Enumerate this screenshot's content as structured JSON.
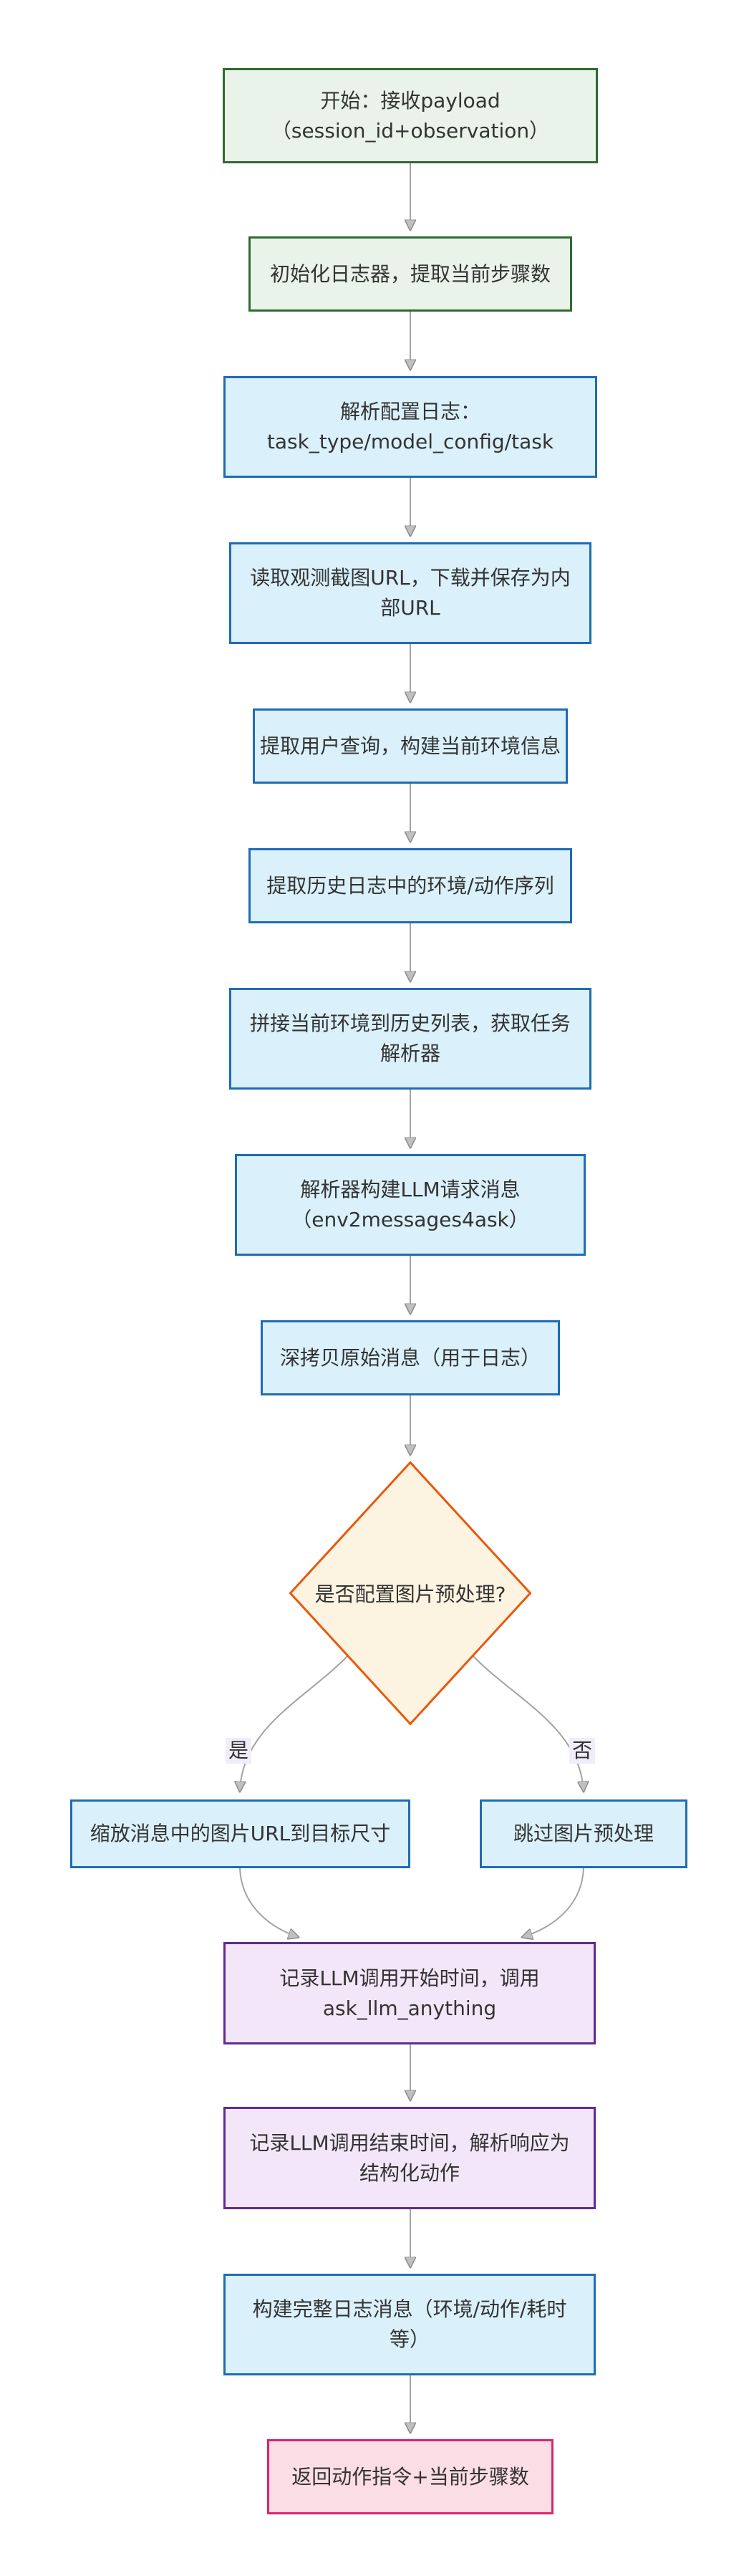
{
  "diagram_type": "flowchart",
  "colors": {
    "canvas_bg": "#ffffff",
    "text_color": "#333333",
    "green_fill": "#e9f3e9",
    "green_stroke": "#2e6b30",
    "blue_fill": "#daf0fb",
    "blue_stroke": "#1e6cb5",
    "orange_fill": "#fdf3e1",
    "orange_stroke": "#e8590c",
    "purple_fill": "#f3e6f8",
    "purple_stroke": "#5f2b90",
    "pink_fill": "#fbdde6",
    "pink_stroke": "#d6276d",
    "label_bg": "#f1ecfa",
    "edge_color": "#a3a3a3",
    "arrow_fill": "#c0c0c0",
    "arrow_stroke": "#8f8f8f"
  },
  "nodes": {
    "start": {
      "text": "开始：接收payload\n（session_id+observation）"
    },
    "init_logger": {
      "text": "初始化日志器，提取当前步骤数"
    },
    "parse_config": {
      "text": "解析配置日志：\ntask_type/model_config/task"
    },
    "read_screenshot": {
      "text": "读取观测截图URL，下载并保存为内\n部URL"
    },
    "extract_query": {
      "text": "提取用户查询，构建当前环境信息"
    },
    "extract_history": {
      "text": "提取历史日志中的环境/动作序列"
    },
    "concat_env": {
      "text": "拼接当前环境到历史列表，获取任务\n解析器"
    },
    "build_messages": {
      "text": "解析器构建LLM请求消息\n（env2messages4ask）"
    },
    "deepcopy": {
      "text": "深拷贝原始消息（用于日志）"
    },
    "decision": {
      "text": "是否配置图片预处理?"
    },
    "resize_images": {
      "text": "缩放消息中的图片URL到目标尺寸"
    },
    "skip_preprocess": {
      "text": "跳过图片预处理"
    },
    "llm_call_start": {
      "text": "记录LLM调用开始时间，调用\nask_llm_anything"
    },
    "llm_call_end": {
      "text": "记录LLM调用结束时间，解析响应为\n结构化动作"
    },
    "build_log": {
      "text": "构建完整日志消息（环境/动作/耗时\n等）"
    },
    "return_action": {
      "text": "返回动作指令+当前步骤数"
    }
  },
  "edges": {
    "yes_label": "是",
    "no_label": "否"
  }
}
